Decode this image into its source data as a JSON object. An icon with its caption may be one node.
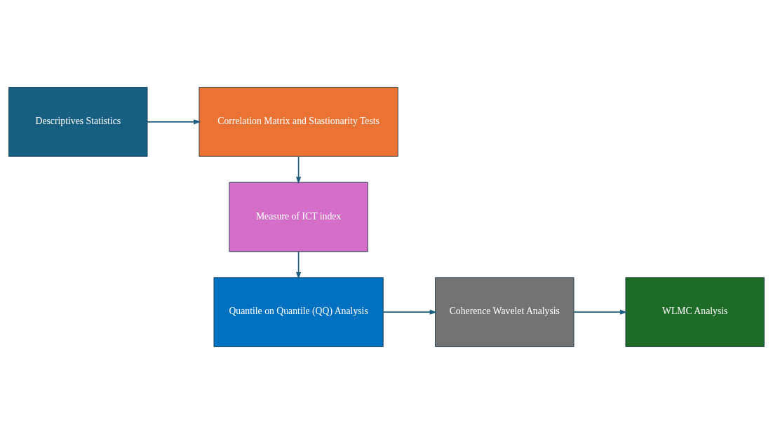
{
  "diagram": {
    "nodes": [
      {
        "text": [
          "Descriptives Statistics"
        ]
      },
      {
        "text": [
          "Correlation Matrix and Stastionarity Tests"
        ]
      },
      {
        "text": [
          "Measure of ICT index"
        ]
      },
      {
        "text": [
          "Quantile on Quantile (QQ) Analysis"
        ]
      },
      {
        "text": [
          "Coherence Wavelet Analysis"
        ]
      },
      {
        "text": [
          "WLMC Analysis"
        ]
      }
    ],
    "edges": [
      {
        "from": 0,
        "to": 1,
        "arrow": "to"
      },
      {
        "from": 1,
        "to": 2,
        "arrow": "to"
      },
      {
        "from": 2,
        "to": 3,
        "arrow": "to"
      },
      {
        "from": 3,
        "to": 4,
        "arrow": "to"
      },
      {
        "from": 4,
        "to": 5,
        "arrow": "to"
      }
    ]
  }
}
